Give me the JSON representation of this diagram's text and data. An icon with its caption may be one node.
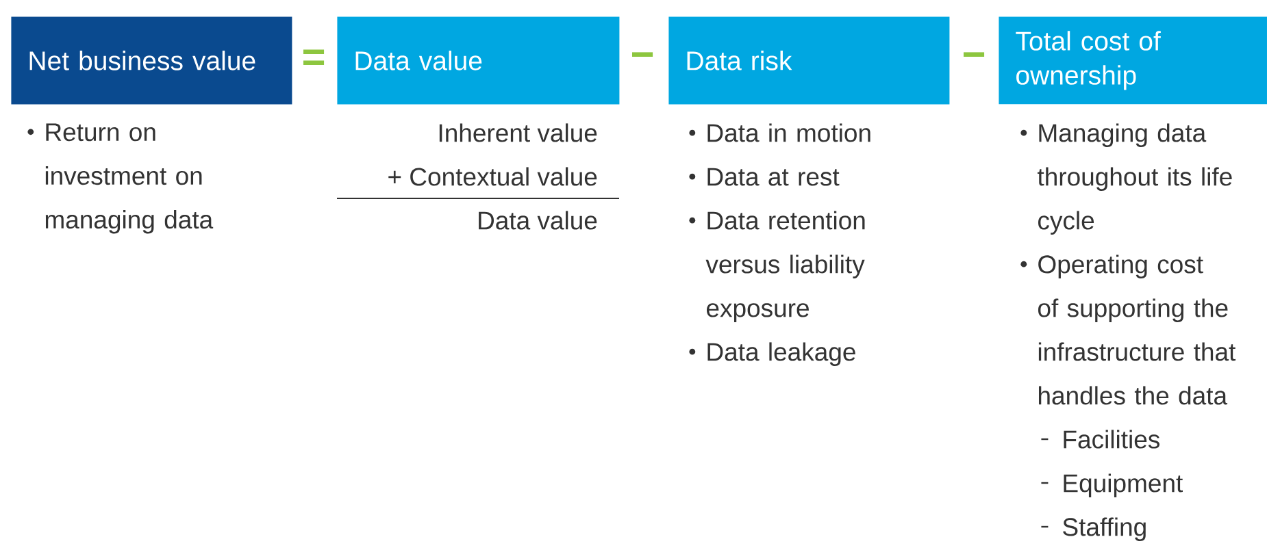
{
  "diagram": {
    "nodes": [
      {
        "text": [
          "Net business value"
        ],
        "beside": [
          "Return on investment on managing data"
        ]
      },
      {
        "text": [
          "Data value"
        ],
        "beside": [
          "Inherent value",
          "+ Contextual value",
          "Data value"
        ]
      },
      {
        "text": [
          "Data risk"
        ],
        "beside": [
          "Data in motion",
          "Data at rest",
          "Data retention versus liability exposure",
          "Data leakage"
        ]
      },
      {
        "text": [
          "Total cost of ownership"
        ],
        "beside": [
          "Managing data throughout its life cycle",
          "Operating cost of supporting the infrastructure that handles the data",
          "Facilities",
          "Equipment",
          "Staffing"
        ]
      }
    ],
    "labels": [
      "=",
      "−",
      "−"
    ]
  }
}
